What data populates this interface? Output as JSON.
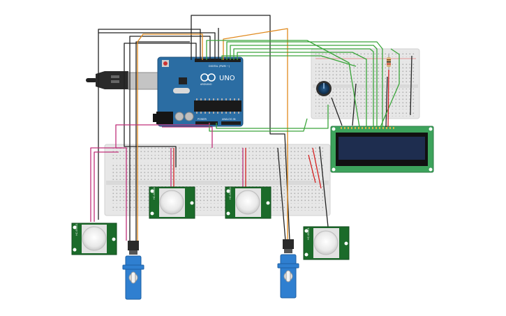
{
  "arduino": {
    "logo_text": "UNO",
    "brand_text": "ARDUINO",
    "digital_header_label": "DIGITAL (PWM ~)",
    "power_header_label": "POWER",
    "analog_header_label": "ANALOG IN"
  },
  "pir_sensors": [
    {
      "id": "pir-1",
      "side_label": "HC-SR501"
    },
    {
      "id": "pir-2",
      "side_label": "HC-SR501"
    },
    {
      "id": "pir-3",
      "side_label": "HC-SR501"
    },
    {
      "id": "pir-4",
      "side_label": "HC-SR501"
    }
  ],
  "servos": [
    {
      "id": "servo-1"
    },
    {
      "id": "servo-2"
    }
  ],
  "lcd": {
    "type": "16x2 LCD",
    "text_line_1": "",
    "text_line_2": ""
  },
  "colors": {
    "wire_black": "#222222",
    "wire_orange": "#e08a1e",
    "wire_green": "#3aa53a",
    "wire_red": "#d42020",
    "wire_magenta": "#c0307a",
    "arduino_board": "#2b6da3",
    "pcb_green": "#1b6b2a",
    "lcd_board": "#3da35c",
    "lcd_screen": "#1e2d4f",
    "servo_blue": "#2f7fd0",
    "breadboard": "#e7e7e7"
  }
}
